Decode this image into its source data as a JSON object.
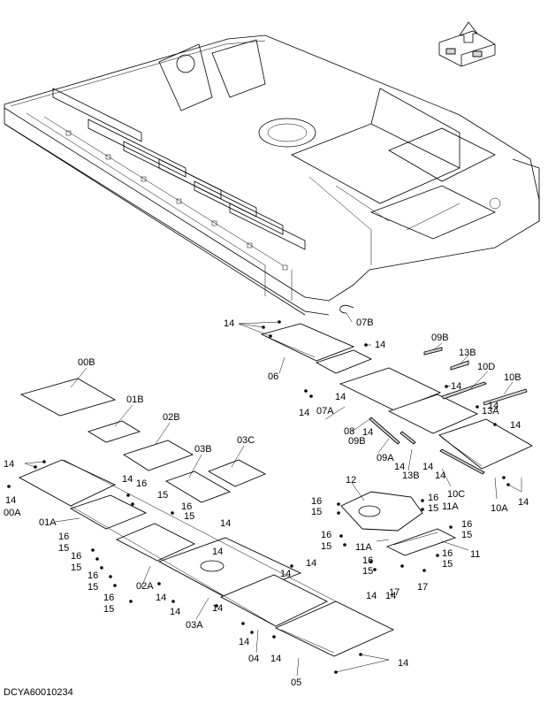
{
  "diagram": {
    "drawing_code": "DCYA60010234",
    "icon": "front-direction-icon",
    "labels": {
      "p00A": "00A",
      "p00B": "00B",
      "p01A": "01A",
      "p01B": "01B",
      "p02A": "02A",
      "p02B": "02B",
      "p03A": "03A",
      "p03B": "03B",
      "p03C": "03C",
      "p04": "04",
      "p05": "05",
      "p06": "06",
      "p07A": "07A",
      "p07B": "07B",
      "p08": "08",
      "p09A": "09A",
      "p09B_a": "09B",
      "p09B_b": "09B",
      "p10A": "10A",
      "p10B": "10B",
      "p10C": "10C",
      "p10D": "10D",
      "p11": "11",
      "p11A_a": "11A",
      "p11A_b": "11A",
      "p12": "12",
      "p13A": "13A",
      "p13B_a": "13B",
      "p13B_b": "13B",
      "n14": "14",
      "n15": "15",
      "n16": "16",
      "n17": "17"
    }
  }
}
